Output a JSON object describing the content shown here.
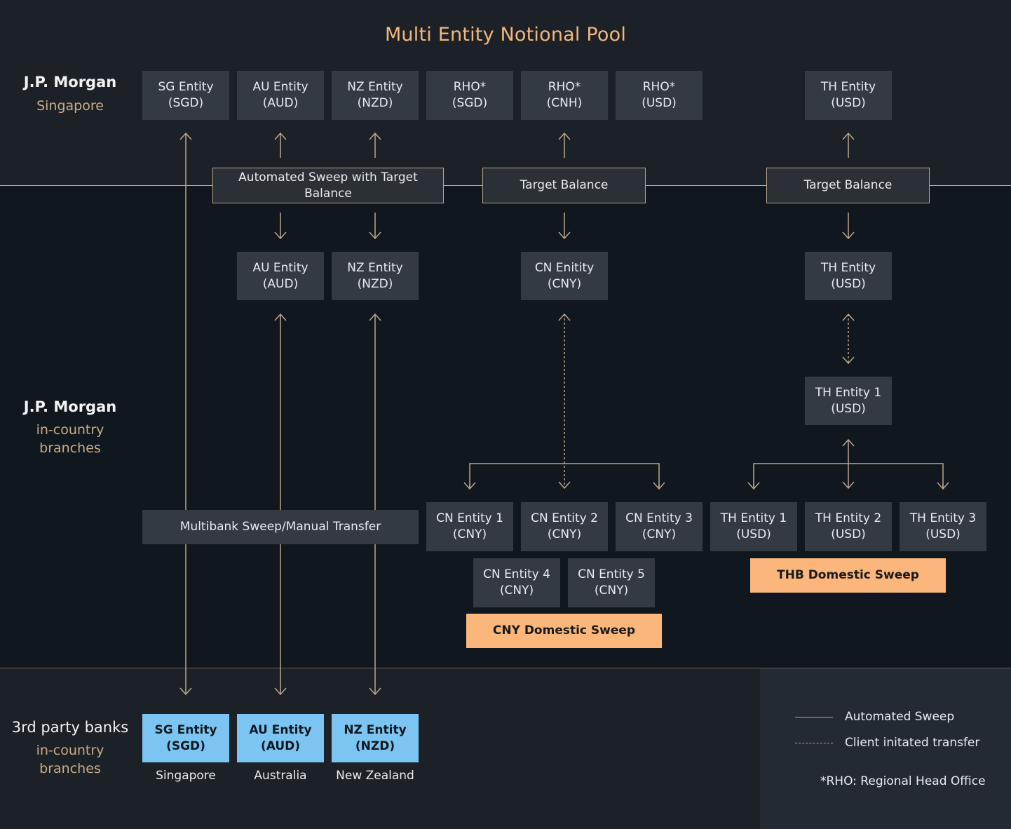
{
  "title": "Multi Entity Notional Pool",
  "rows": {
    "singapore": {
      "title": "J.P. Morgan",
      "subtitle": [
        "Singapore"
      ]
    },
    "in_country": {
      "title": "J.P. Morgan",
      "subtitle": [
        "in-country",
        "branches"
      ]
    },
    "third_party": {
      "title": "3rd party banks",
      "subtitle": [
        "in-country",
        "branches"
      ]
    }
  },
  "pool_entities": [
    {
      "name": "SG Entity",
      "currency": "(SGD)"
    },
    {
      "name": "AU Entity",
      "currency": "(AUD)"
    },
    {
      "name": "NZ Entity",
      "currency": "(NZD)"
    },
    {
      "name": "RHO*",
      "currency": "(SGD)"
    },
    {
      "name": "RHO*",
      "currency": "(CNH)"
    },
    {
      "name": "RHO*",
      "currency": "(USD)"
    },
    {
      "name": "TH Entity",
      "currency": "(USD)"
    }
  ],
  "mechanisms": {
    "automated_sweep_target": "Automated Sweep with Target Balance",
    "target_balance_cn": "Target Balance",
    "target_balance_th": "Target Balance",
    "multibank": "Multibank Sweep/Manual Transfer"
  },
  "branch_entities": {
    "au": {
      "name": "AU Entity",
      "currency": "(AUD)"
    },
    "nz": {
      "name": "NZ Entity",
      "currency": "(NZD)"
    },
    "cn": {
      "name": "CN Enitity",
      "currency": "(CNY)"
    },
    "th": {
      "name": "TH Entity",
      "currency": "(USD)"
    },
    "th1": {
      "name": "TH Entity 1",
      "currency": "(USD)"
    }
  },
  "cn_entities": [
    {
      "name": "CN Entity 1",
      "currency": "(CNY)"
    },
    {
      "name": "CN Entity 2",
      "currency": "(CNY)"
    },
    {
      "name": "CN Entity 3",
      "currency": "(CNY)"
    },
    {
      "name": "CN Entity 4",
      "currency": "(CNY)"
    },
    {
      "name": "CN Entity 5",
      "currency": "(CNY)"
    }
  ],
  "th_entities": [
    {
      "name": "TH Entity 1",
      "currency": "(USD)"
    },
    {
      "name": "TH Entity 2",
      "currency": "(USD)"
    },
    {
      "name": "TH Entity 3",
      "currency": "(USD)"
    }
  ],
  "domestic_sweeps": {
    "cny": "CNY Domestic Sweep",
    "thb": "THB Domestic Sweep"
  },
  "third_party_entities": [
    {
      "name": "SG Entity",
      "currency": "(SGD)",
      "country": "Singapore"
    },
    {
      "name": "AU Entity",
      "currency": "(AUD)",
      "country": "Australia"
    },
    {
      "name": "NZ Entity",
      "currency": "(NZD)",
      "country": "New Zealand"
    }
  ],
  "legend": {
    "automated": "Automated Sweep",
    "client": "Client initated transfer",
    "note": "*RHO: Regional Head Office"
  },
  "colors": {
    "accent_orange": "#f2b77a",
    "line_tan": "#b9a78c",
    "box_grey": "#343a42",
    "third_party_blue": "#7cc5f2",
    "sweep_orange": "#fbb77b"
  }
}
